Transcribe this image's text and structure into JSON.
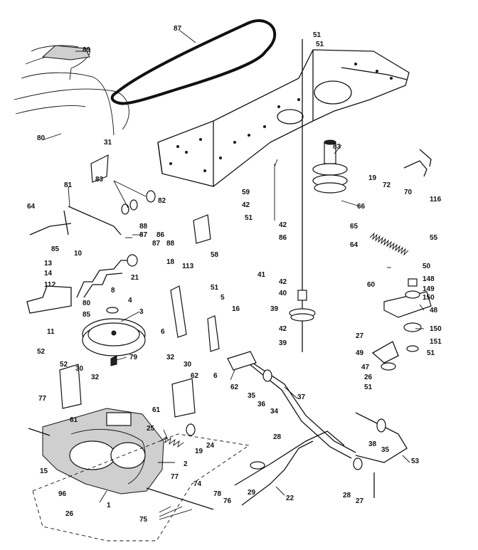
{
  "diagram": {
    "callouts": [
      "87",
      "51",
      "51",
      "89",
      "80",
      "31",
      "83",
      "81",
      "83",
      "82",
      "64",
      "88",
      "87",
      "86",
      "87",
      "88",
      "85",
      "10",
      "21",
      "13",
      "14",
      "112",
      "8",
      "80",
      "85",
      "11",
      "18",
      "113",
      "51",
      "5",
      "16",
      "4",
      "3",
      "6",
      "59",
      "42",
      "51",
      "42",
      "86",
      "65",
      "66",
      "64",
      "58",
      "41",
      "42",
      "40",
      "39",
      "42",
      "39",
      "19",
      "72",
      "70",
      "116",
      "55",
      "50",
      "148",
      "60",
      "149",
      "150",
      "48",
      "27",
      "150",
      "151",
      "49",
      "51",
      "47",
      "26",
      "51",
      "52",
      "52",
      "30",
      "32",
      "61",
      "77",
      "61",
      "32",
      "30",
      "62",
      "79",
      "6",
      "62",
      "35",
      "36",
      "34",
      "37",
      "25",
      "24",
      "19",
      "2",
      "15",
      "96",
      "77",
      "26",
      "74",
      "78",
      "76",
      "75",
      "1",
      "29",
      "22",
      "28",
      "38",
      "35",
      "53",
      "28",
      "27"
    ]
  }
}
